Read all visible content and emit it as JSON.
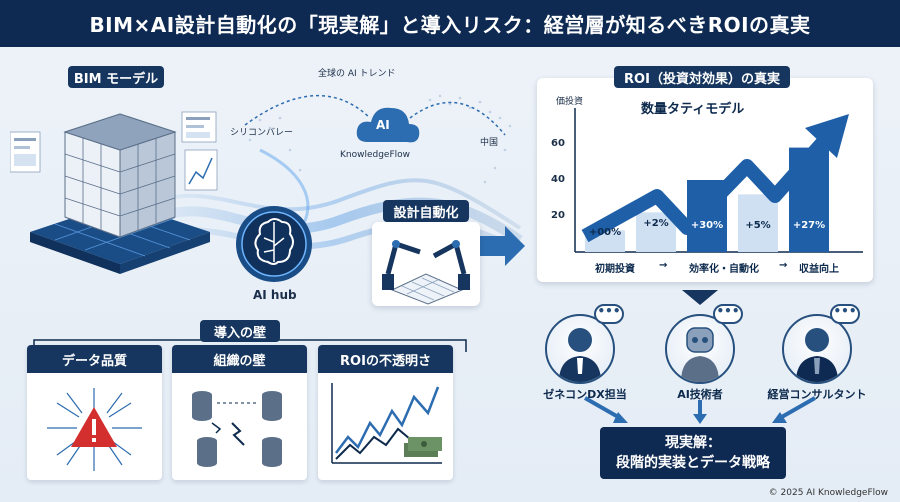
{
  "header": {
    "title": "BIM×AI設計自動化の「現実解」と導入リスク：経営層が知るべきROIの真実"
  },
  "bim": {
    "label": "BIM モーデル"
  },
  "trend": {
    "label": "全球の AI トレンド",
    "silicon": "シリコンバレー",
    "china": "中国",
    "kf_logo": "AI",
    "kf_name": "KnowledgeFlow"
  },
  "hub": {
    "label": "AI hub"
  },
  "design": {
    "label": "設計自動化"
  },
  "roi": {
    "title": "ROI（投資対効果）の真実",
    "model_title": "数量タティモデル",
    "yaxis_label": "価投資"
  },
  "chart_data": {
    "type": "bar",
    "title": "数量タティモデル",
    "ylabel": "価投資",
    "yticks": [
      20,
      40,
      60
    ],
    "ylim": [
      0,
      80
    ],
    "bars": [
      {
        "label": "+00%",
        "value": 12
      },
      {
        "label": "+2%",
        "value": 22
      },
      {
        "label": "+30%",
        "value": 40
      },
      {
        "label": "+5%",
        "value": 32
      },
      {
        "label": "+27%",
        "value": 58
      }
    ],
    "x_labels": [
      "初期投資",
      "→",
      "効率化・自動化",
      "→",
      "収益向上"
    ]
  },
  "barriers": {
    "title": "導入の壁",
    "items": [
      {
        "label": "データ品質",
        "icon": "warning-chip-icon"
      },
      {
        "label": "組織の壁",
        "icon": "database-silos-icon"
      },
      {
        "label": "ROIの不透明さ",
        "icon": "volatile-chart-icon"
      }
    ]
  },
  "personas": [
    {
      "label": "ゼネコンDX担当",
      "icon": "businessman-icon"
    },
    {
      "label": "AI技術者",
      "icon": "robot-icon"
    },
    {
      "label": "経営コンサルタント",
      "icon": "consultant-icon"
    }
  ],
  "bubble_text": "•••",
  "result": {
    "line1": "現実解：",
    "line2": "段階的実装とデータ戦略"
  },
  "footer": {
    "copyright": "© 2025 AI KnowledgeFlow"
  },
  "colors": {
    "navy": "#0e2a52",
    "accent": "#2c6cb0",
    "light": "#cfe0f2"
  }
}
